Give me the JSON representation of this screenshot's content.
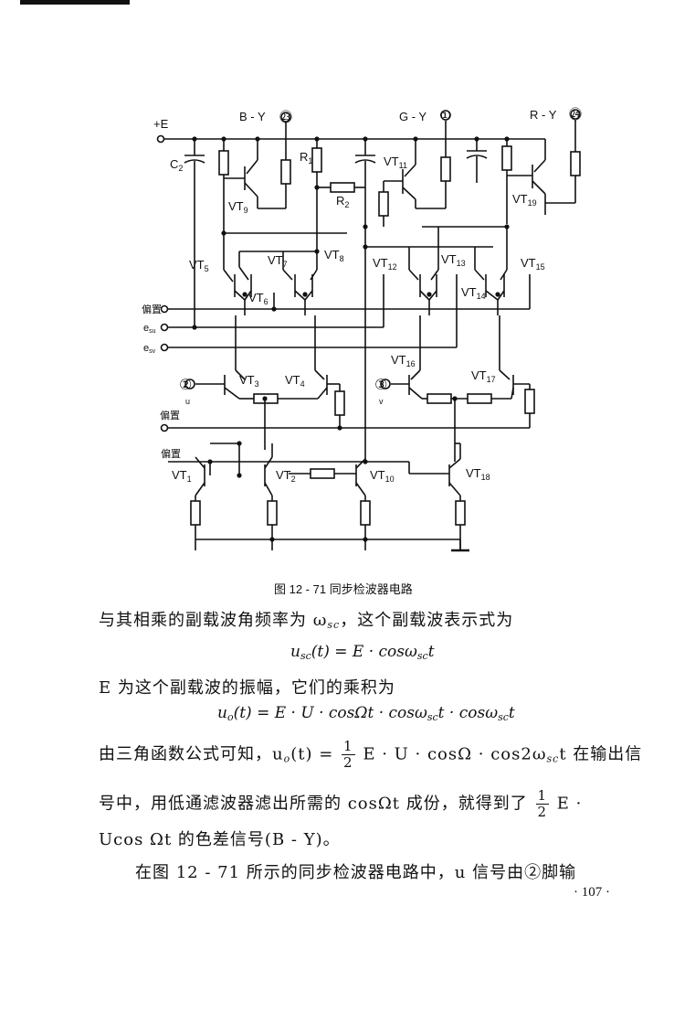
{
  "figure": {
    "labels": {
      "plus_e": "+E",
      "b_y": "B - Y",
      "pin23": "㉓",
      "g_y": "G - Y",
      "pin1": "①",
      "r_y": "R - Y",
      "pin24": "㉔",
      "c2": "C",
      "c2_sub": "2",
      "r1": "R",
      "r1_sub": "1",
      "r2": "R",
      "r2_sub": "2",
      "bias1": "偏置",
      "e_su": "e",
      "e_su_sub": "su",
      "e_sv": "e",
      "e_sv_sub": "sv",
      "pin2": "②",
      "u": "u",
      "pin3": "③",
      "v": "v",
      "bias2": "偏置",
      "bias3": "偏置",
      "vt": "VT",
      "vt_subs": [
        "1",
        "2",
        "3",
        "4",
        "5",
        "6",
        "7",
        "8",
        "9",
        "10",
        "11",
        "12",
        "13",
        "14",
        "15",
        "16",
        "17",
        "18",
        "19"
      ]
    },
    "caption": "图 12 - 71   同步检波器电路"
  },
  "text": {
    "p1": "与其相乘的副载波角频率为 ω",
    "p1_sub": "sc",
    "p1_end": "，这个副载波表示式为",
    "eq1_a": "u",
    "eq1_sub": "sc",
    "eq1_b": "(t) = E · cosω",
    "eq1_sub2": "sc",
    "eq1_c": "t",
    "p2": "E 为这个副载波的振幅，它们的乘积为",
    "eq2_a": "u",
    "eq2_sub": "o",
    "eq2_b": "(t) = E · U · cosΩt · cosω",
    "eq2_sub2": "sc",
    "eq2_c": "t · cosω",
    "eq2_sub3": "sc",
    "eq2_d": "t",
    "p3_a": "由三角函数公式可知，u",
    "p3_sub": "o",
    "p3_b": "(t) =",
    "frac_num": "1",
    "frac_den": "2",
    "p3_c": "E · U · cosΩ · cos2ω",
    "p3_sub2": "sc",
    "p3_d": "t 在输出信",
    "p4_a": "号中，用低通滤波器滤出所需的 cosΩt 成份，就得到了",
    "p4_b": "E ·",
    "p5": "Ucos Ωt 的色差信号(B - Y)。",
    "p6": "在图 12 - 71 所示的同步检波器电路中，u 信号由②脚输",
    "page_number": "· 107 ·"
  }
}
